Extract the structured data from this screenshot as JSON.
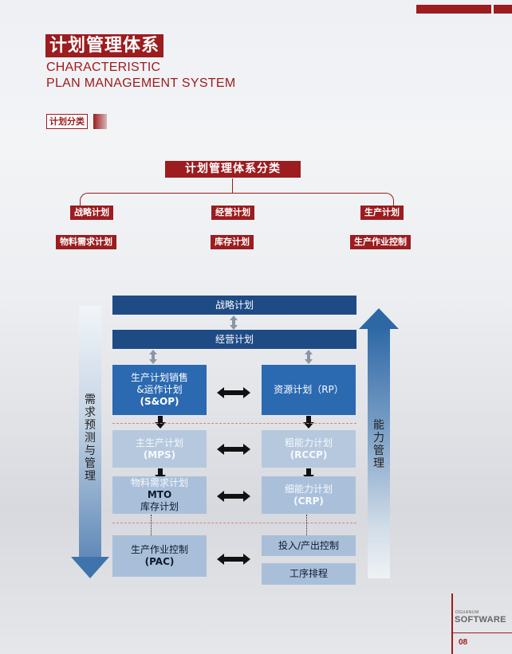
{
  "header": {
    "title": "计划管理体系",
    "subtitle_line1": "CHARACTERISTIC",
    "subtitle_line2": "PLAN MANAGEMENT SYSTEM",
    "section_tag": "计划分类"
  },
  "classification": {
    "title": "计划管理体系分类",
    "row1": [
      "战略计划",
      "经营计划",
      "生产计划"
    ],
    "row2": [
      "物料需求计划",
      "库存计划",
      "生产作业控制"
    ]
  },
  "diagram": {
    "left_arrow_label": "需求预测与管理",
    "right_arrow_label": "能力管理",
    "strategic_plan": "战略计划",
    "business_plan": "经营计划",
    "sop": {
      "line1": "生产计划销售",
      "line2": "&运作计划",
      "line3": "(S&OP)"
    },
    "rp": "资源计划（RP）",
    "mps": {
      "line1": "主生产计划",
      "line2": "(MPS)"
    },
    "rccp": {
      "line1": "粗能力计划",
      "line2": "(RCCP)"
    },
    "mrp": {
      "line1": "物料需求计划",
      "line2": "MTO",
      "line3": "库存计划"
    },
    "crp": {
      "line1": "细能力计划",
      "line2": "(CRP)"
    },
    "pac": {
      "line1": "生产作业控制",
      "line2": "(PAC)"
    },
    "io_control": "投入/产出控制",
    "sequencing": "工序排程"
  },
  "footer": {
    "brand_small": "OGUANUM",
    "brand": "SOFTWARE",
    "page_number": "08"
  },
  "colors": {
    "accent_red": "#9c1c1f",
    "navy": "#1f4b85",
    "blue": "#2b69b1",
    "pale_blue": "#b5c8de"
  }
}
